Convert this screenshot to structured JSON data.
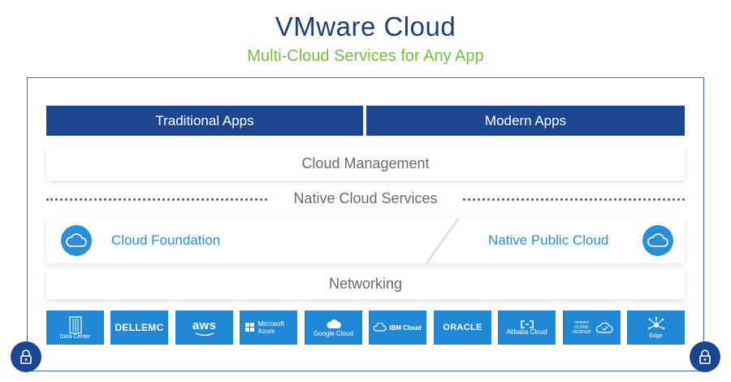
{
  "header": {
    "title": "VMware Cloud",
    "subtitle": "Multi-Cloud Services for Any App"
  },
  "apps": {
    "traditional": "Traditional Apps",
    "modern": "Modern Apps"
  },
  "layers": {
    "management": "Cloud Management",
    "native_services": "Native Cloud Services",
    "foundation": "Cloud Foundation",
    "public_cloud": "Native Public Cloud",
    "networking": "Networking"
  },
  "providers": [
    {
      "label": "Data Center",
      "icon": "server-rack-icon"
    },
    {
      "label": "DELLEMC",
      "icon": "dellemc-logo"
    },
    {
      "label": "aws",
      "icon": "aws-logo"
    },
    {
      "label": "Microsoft Azure",
      "icon": "azure-logo"
    },
    {
      "label": "Google Cloud",
      "icon": "google-cloud-logo"
    },
    {
      "label": "IBM Cloud",
      "icon": "ibm-cloud-logo"
    },
    {
      "label": "ORACLE",
      "icon": "oracle-logo"
    },
    {
      "label": "Alibaba Cloud",
      "icon": "alibaba-cloud-logo"
    },
    {
      "label": "vmware CLOUD VERIFIED",
      "icon": "vmware-cloud-verified-logo"
    },
    {
      "label": "Edge",
      "icon": "edge-network-icon"
    }
  ],
  "colors": {
    "title": "#1d3f7a",
    "subtitle": "#78be43",
    "app_bar": "#1d4690",
    "tile": "#2188d5",
    "cloud_accent": "#2b8fd6"
  }
}
